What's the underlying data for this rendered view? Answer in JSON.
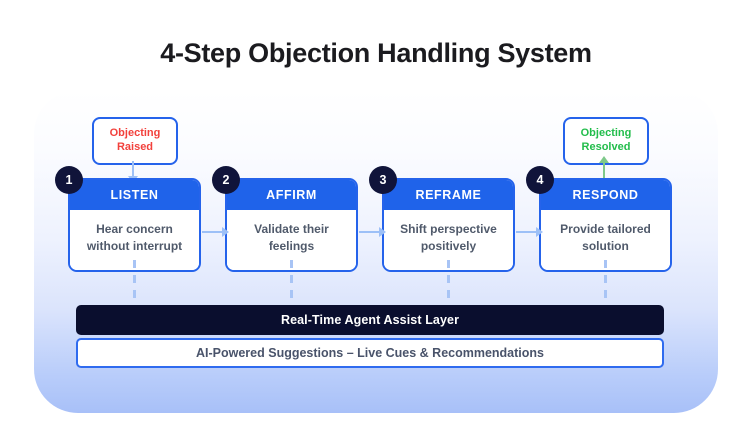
{
  "page": {
    "title": "4-Step Objection Handling System"
  },
  "flow": {
    "start_node": {
      "line1": "Objecting",
      "line2": "Raised",
      "color": "#f2413c"
    },
    "end_node": {
      "line1": "Objecting",
      "line2": "Resolved",
      "color": "#22bd4b"
    },
    "steps": [
      {
        "number": "1",
        "header": "LISTEN",
        "body": "Hear concern without interrupt"
      },
      {
        "number": "2",
        "header": "AFFIRM",
        "body": "Validate their feelings"
      },
      {
        "number": "3",
        "header": "REFRAME",
        "body": "Shift perspective positively"
      },
      {
        "number": "4",
        "header": "RESPOND",
        "body": "Provide tailored solution"
      }
    ]
  },
  "assist": {
    "bar_label": "Real-Time Agent Assist Layer",
    "sub_label": "AI-Powered Suggestions – Live Cues & Recommendations"
  },
  "colors": {
    "accent_blue": "#1f63ea",
    "border_blue": "#2563eb",
    "badge_navy": "#10143a",
    "assist_navy": "#0a0e2e",
    "objection_red": "#f2413c",
    "resolved_green": "#22bd4b",
    "connector_blue": "#9dc0f7"
  }
}
